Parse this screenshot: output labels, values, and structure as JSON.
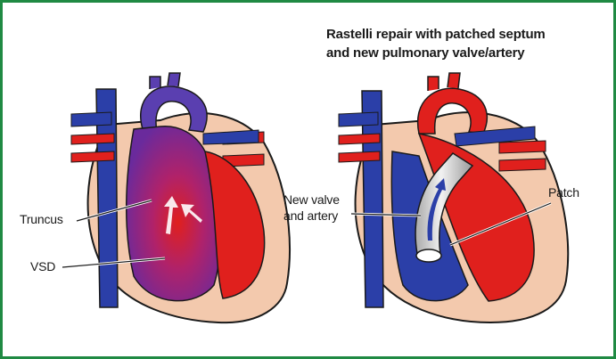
{
  "diagram": {
    "caption": {
      "line1": "Rastelli repair with patched septum",
      "line2": "and new pulmonary valve/artery"
    },
    "left_heart": {
      "labels": {
        "truncus": "Truncus",
        "vsd": "VSD"
      }
    },
    "right_heart": {
      "labels": {
        "new_valve_line1": "New valve",
        "new_valve_line2": "and artery",
        "patch": "Patch"
      }
    },
    "colors": {
      "border": "#1f8a43",
      "deoxygenated_blue": "#2b3fa8",
      "oxygenated_red": "#e0201d",
      "mixed_purple": "#7a2a9a",
      "muscle_tissue": "#f3c9ad",
      "conduit_gray": "#d9d9d9"
    }
  }
}
